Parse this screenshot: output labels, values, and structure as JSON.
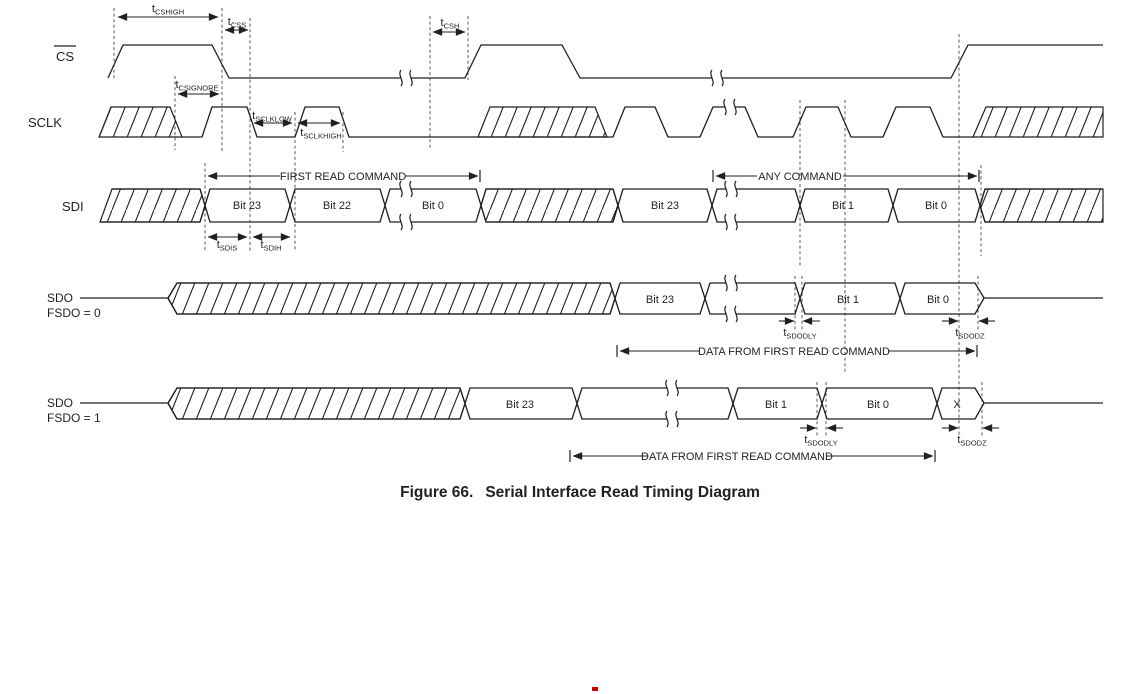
{
  "figure": {
    "caption_number": "Figure 66.",
    "caption_title": "Serial Interface Read Timing Diagram"
  },
  "signals": {
    "cs": {
      "label": "CS"
    },
    "sclk": {
      "label": "SCLK"
    },
    "sdi": {
      "label": "SDI",
      "bits": [
        "Bit 23",
        "Bit 22",
        "Bit 0",
        "Bit 23",
        "Bit 1",
        "Bit 0"
      ]
    },
    "sdo_fsdo0": {
      "label": "SDO",
      "mode": "FSDO = 0",
      "bits": [
        "Bit 23",
        "Bit 1",
        "Bit 0"
      ]
    },
    "sdo_fsdo1": {
      "label": "SDO",
      "mode": "FSDO = 1",
      "bits": [
        "Bit 23",
        "Bit 1",
        "Bit 0",
        "X"
      ]
    }
  },
  "timing": {
    "prefix": "t",
    "cshigh": "CSHIGH",
    "css": "CSS",
    "csh": "CSH",
    "csignore": "CSIGNORE",
    "sclklow": "SCLKLOW",
    "sclkhigh": "SCLKHIGH",
    "sdis": "SDIS",
    "sdih": "SDIH",
    "sdodly": "SDODLY",
    "sdodz": "SDODZ"
  },
  "annotations": {
    "first_read_command": "FIRST READ COMMAND",
    "any_command": "ANY COMMAND",
    "data_from_first_read_command": "DATA FROM FIRST READ COMMAND"
  },
  "colors": {
    "line": "#231f20",
    "dashed": "#58595b",
    "background": "#ffffff",
    "red_mark": "#cc0000"
  }
}
